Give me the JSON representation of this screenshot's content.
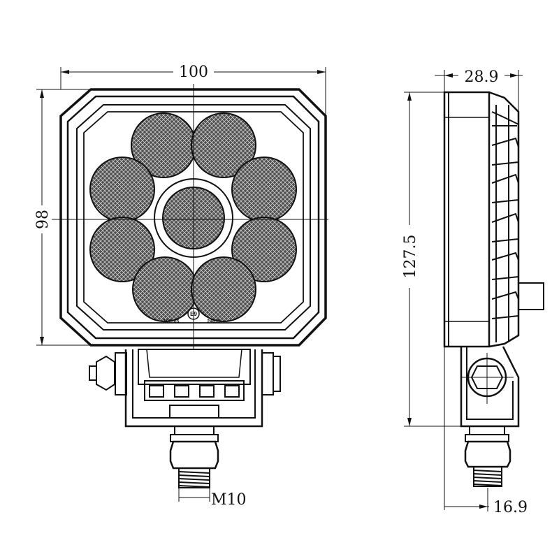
{
  "dimensions": {
    "width": "100",
    "height": "98",
    "depth": "28.9",
    "total_height": "127.5",
    "thread": "M10",
    "bolt_offset": "16.9"
  },
  "front_view": {
    "led_count": 9,
    "marking_left": "10R-05",
    "marking_right": "24699",
    "emark": "E9"
  },
  "colors": {
    "line": "#111111",
    "led_fill": "#4a4a4a",
    "background": "#ffffff"
  }
}
